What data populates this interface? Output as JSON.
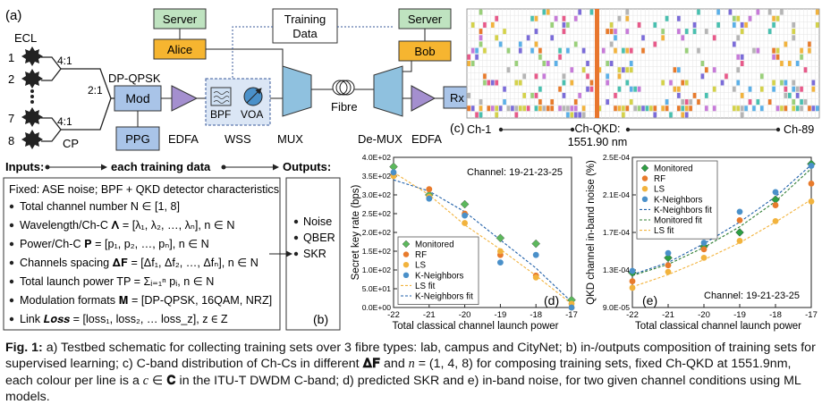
{
  "panel_a": {
    "label": "(a)",
    "ecl": "ECL",
    "laser_numbers": [
      "1",
      "2",
      "7",
      "8"
    ],
    "mux4_top": "4:1",
    "mux4_bottom": "4:1",
    "mux2": "2:1",
    "cp": "CP",
    "dpqpsk": "DP-QPSK",
    "mod": "Mod",
    "ppg": "PPG",
    "edfa1": "EDFA",
    "wss": "WSS",
    "bpf": "BPF",
    "voa": "VOA",
    "mux": "MUX",
    "fibre": "Fibre",
    "demux": "De-MUX",
    "edfa2": "EDFA",
    "server_left": "Server",
    "server_right": "Server",
    "alice": "Alice",
    "bob": "Bob",
    "training_data": [
      "Training",
      "Data"
    ],
    "rx": "Rx"
  },
  "panel_b": {
    "inputs_label": "Inputs:",
    "each_label": "each training data",
    "outputs_label": "Outputs:",
    "fixed": "Fixed: ASE noise; BPF + QKD detector characteristics",
    "items": [
      "Total channel number N ∈ [1, 8]",
      "Wavelength/Ch-C 𝚲 = [λ₁, λ₂, …, λₙ], n ∈ N",
      "Power/Ch-C 𝐏 = [p₁, p₂, …, pₙ], n ∈ N",
      "Channels spacing 𝚫𝐅 = [Δf₁, Δf₂, …, Δfₙ], n ∈ N",
      "Total launch power TP = Σᵢ₌₁ⁿ pᵢ, n ∈ N",
      "Modulation formats 𝐌 = [DP-QPSK, 16QAM, NRZ]",
      "Link 𝑳𝒐𝒔𝒔 = [loss₁, loss₂, … loss_z], z ∈ Z"
    ],
    "outputs": [
      "Noise",
      "QBER",
      "SKR"
    ],
    "label": "(b)"
  },
  "panel_c": {
    "label": "(c)",
    "left": "Ch-1",
    "center": [
      "Ch-QKD:",
      "1551.90 nm"
    ],
    "right": "Ch-89"
  },
  "chart_data": [
    {
      "type": "scatter",
      "panel": "(d)",
      "annotation": "Channel: 19-21-23-25",
      "xlabel": "Total classical channel launch power",
      "ylabel": "Secret key rate (bps)",
      "x_ticks": [
        "-22",
        "-21",
        "-20",
        "-19",
        "-18",
        "-17"
      ],
      "y_ticks": [
        "0.0E+00",
        "5.0E+01",
        "1.0E+02",
        "1.5E+02",
        "2.0E+02",
        "2.5E+02",
        "3.0E+02",
        "3.5E+02",
        "4.0E+02"
      ],
      "xlim": [
        -22,
        -17
      ],
      "ylim": [
        0,
        400
      ],
      "x": [
        -22,
        -21,
        -20,
        -19,
        -18,
        -17
      ],
      "legend_position": "bottom-left",
      "series": [
        {
          "name": "Monitored",
          "color": "#5cb85c",
          "values": [
            375,
            300,
            275,
            185,
            170,
            20
          ]
        },
        {
          "name": "RF",
          "color": "#e87b2c",
          "values": [
            355,
            315,
            250,
            140,
            85,
            0
          ]
        },
        {
          "name": "LS",
          "color": "#f2b33d",
          "values": [
            350,
            295,
            225,
            150,
            80,
            10
          ]
        },
        {
          "name": "K-Neighbors",
          "color": "#4a90c9",
          "values": [
            360,
            290,
            245,
            120,
            140,
            0
          ]
        }
      ],
      "fits": [
        {
          "name": "LS fit",
          "color": "#f2b33d",
          "x": [
            -22,
            -21,
            -20,
            -19,
            -18,
            -17
          ],
          "values": [
            360,
            300,
            220,
            155,
            85,
            10
          ]
        },
        {
          "name": "K-Neighbors fit",
          "color": "#1f5fa8",
          "x": [
            -22,
            -21,
            -20,
            -19,
            -18,
            -17
          ],
          "values": [
            340,
            310,
            255,
            180,
            105,
            15
          ]
        }
      ]
    },
    {
      "type": "scatter",
      "panel": "(e)",
      "annotation": "Channel: 19-21-23-25",
      "xlabel": "Total classical channel launch power",
      "ylabel": "QKD channel in-band noise (%)",
      "x_ticks": [
        "-22",
        "-21",
        "-20",
        "-19",
        "-18",
        "-17"
      ],
      "y_ticks": [
        "9.0E-05",
        "1.3E-04",
        "1.7E-04",
        "2.1E-04",
        "2.5E-04"
      ],
      "xlim": [
        -22,
        -17
      ],
      "ylim": [
        9e-05,
        0.00025
      ],
      "x": [
        -22,
        -21,
        -20,
        -19,
        -18,
        -17
      ],
      "legend_position": "top-left",
      "series": [
        {
          "name": "Monitored",
          "color": "#2e9e44",
          "values": [
            0.000127,
            0.000143,
            0.000155,
            0.00017,
            0.000205,
            0.000243
          ]
        },
        {
          "name": "RF",
          "color": "#e87b2c",
          "values": [
            0.000118,
            0.000135,
            0.000152,
            0.000183,
            0.000199,
            0.000222
          ]
        },
        {
          "name": "LS",
          "color": "#f2b33d",
          "values": [
            0.000111,
            0.000128,
            0.000143,
            0.000161,
            0.000182,
            0.000203
          ]
        },
        {
          "name": "K-Neighbors",
          "color": "#4a90c9",
          "values": [
            0.000129,
            0.000148,
            0.000159,
            0.000192,
            0.000213,
            0.000241
          ]
        }
      ],
      "fits": [
        {
          "name": "K-Neighbors fit",
          "color": "#1f5fa8",
          "x": [
            -22,
            -21,
            -20,
            -19,
            -18,
            -17
          ],
          "values": [
            0.000125,
            0.000138,
            0.000158,
            0.000181,
            0.000208,
            0.000242
          ]
        },
        {
          "name": "Monitored fit",
          "color": "#2e7d32",
          "x": [
            -22,
            -21,
            -20,
            -19,
            -18,
            -17
          ],
          "values": [
            0.000124,
            0.000136,
            0.000154,
            0.000176,
            0.000203,
            0.000238
          ]
        },
        {
          "name": "LS fit",
          "color": "#f2b33d",
          "x": [
            -22,
            -21,
            -20,
            -19,
            -18,
            -17
          ],
          "values": [
            0.000112,
            0.000125,
            0.000141,
            0.000159,
            0.000181,
            0.000205
          ]
        }
      ]
    }
  ],
  "caption": {
    "fig": "Fig. 1:",
    "p1": " a) Testbed schematic for collecting training sets over 3 fibre types: lab, campus and CityNet; b) in-/outputs composition of training sets for supervised learning; c) C-band distribution of Ch-Cs in different ",
    "df": "𝚫𝐅",
    "p2": " and ",
    "n": "n",
    "p3": " = (1, 4, 8) for composing training sets, fixed Ch-QKD at 1551.9nm, each colour per line is a ",
    "c": "c",
    "p4": " ∈ ",
    "C": "𝐂",
    "p5": " in the ITU-T DWDM C-band; d) predicted SKR and e) in-band noise, for two given channel conditions using ML models."
  }
}
